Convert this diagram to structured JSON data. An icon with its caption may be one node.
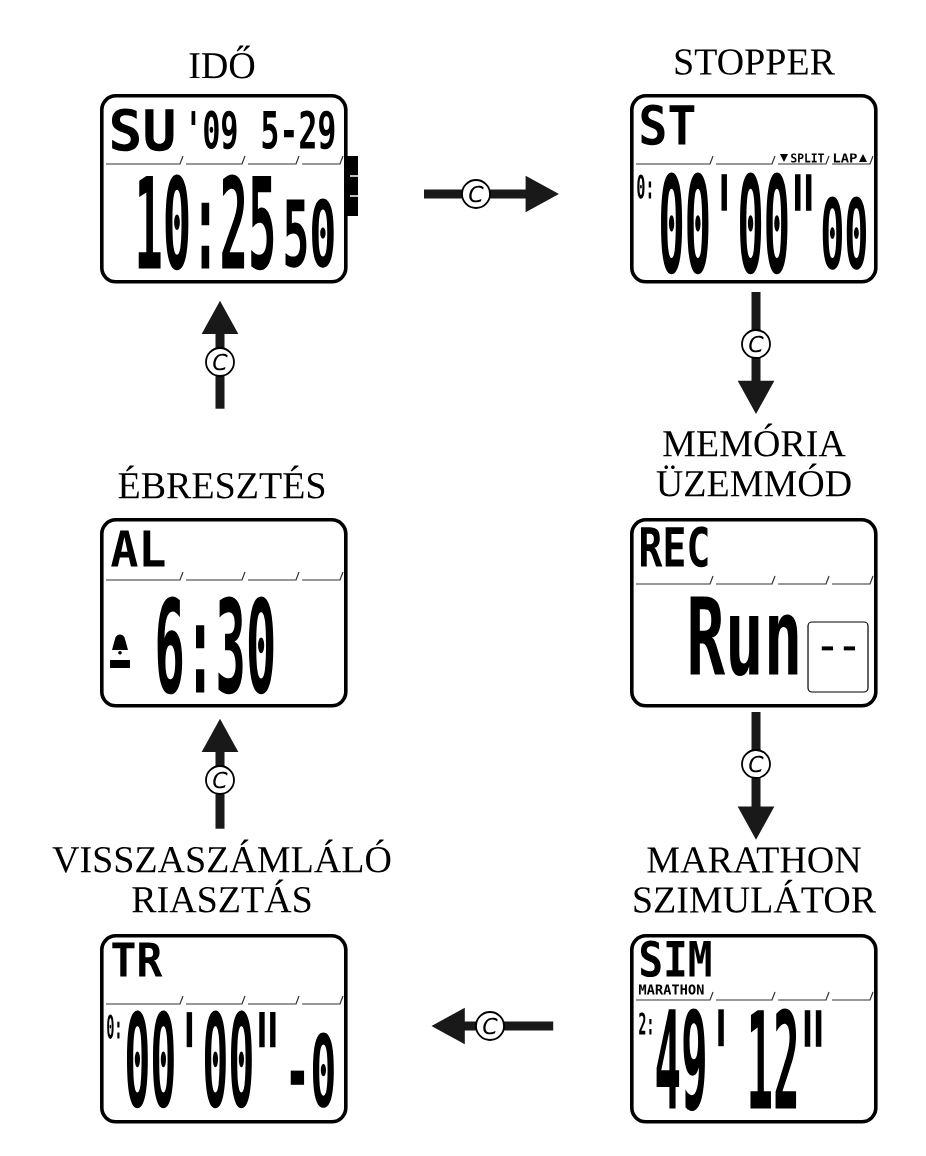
{
  "diagram": {
    "nodes": [
      {
        "text": [
          "IDŐ",
          "SU",
          "'09",
          "5-29",
          "10:25",
          "50"
        ]
      },
      {
        "text": [
          "STOPPER",
          "ST",
          "SPLIT",
          "LAP",
          "0:",
          "00'00\"",
          "00"
        ]
      },
      {
        "text": [
          "ÉBRESZTÉS",
          "AL",
          "6:30"
        ]
      },
      {
        "text": [
          "MEMÓRIA ÜZEMMÓD",
          "REC",
          "Run",
          "--"
        ]
      },
      {
        "text": [
          "VISSZASZÁMLÁLÓ RIASZTÁS",
          "TR",
          "0:",
          "00'00\"",
          "-0"
        ]
      },
      {
        "text": [
          "MARATHON SZIMULÁTOR",
          "SIM",
          "MARATHON",
          "2:",
          "49'",
          "12\""
        ]
      }
    ],
    "edges": [
      {
        "from": 0,
        "to": 1,
        "arrow": "to",
        "label": "C"
      },
      {
        "from": 1,
        "to": 3,
        "arrow": "to",
        "label": "C"
      },
      {
        "from": 3,
        "to": 5,
        "arrow": "to",
        "label": "C"
      },
      {
        "from": 5,
        "to": 4,
        "arrow": "to",
        "label": "C"
      },
      {
        "from": 4,
        "to": 2,
        "arrow": "to",
        "label": "C"
      },
      {
        "from": 2,
        "to": 0,
        "arrow": "to",
        "label": "C"
      }
    ]
  }
}
